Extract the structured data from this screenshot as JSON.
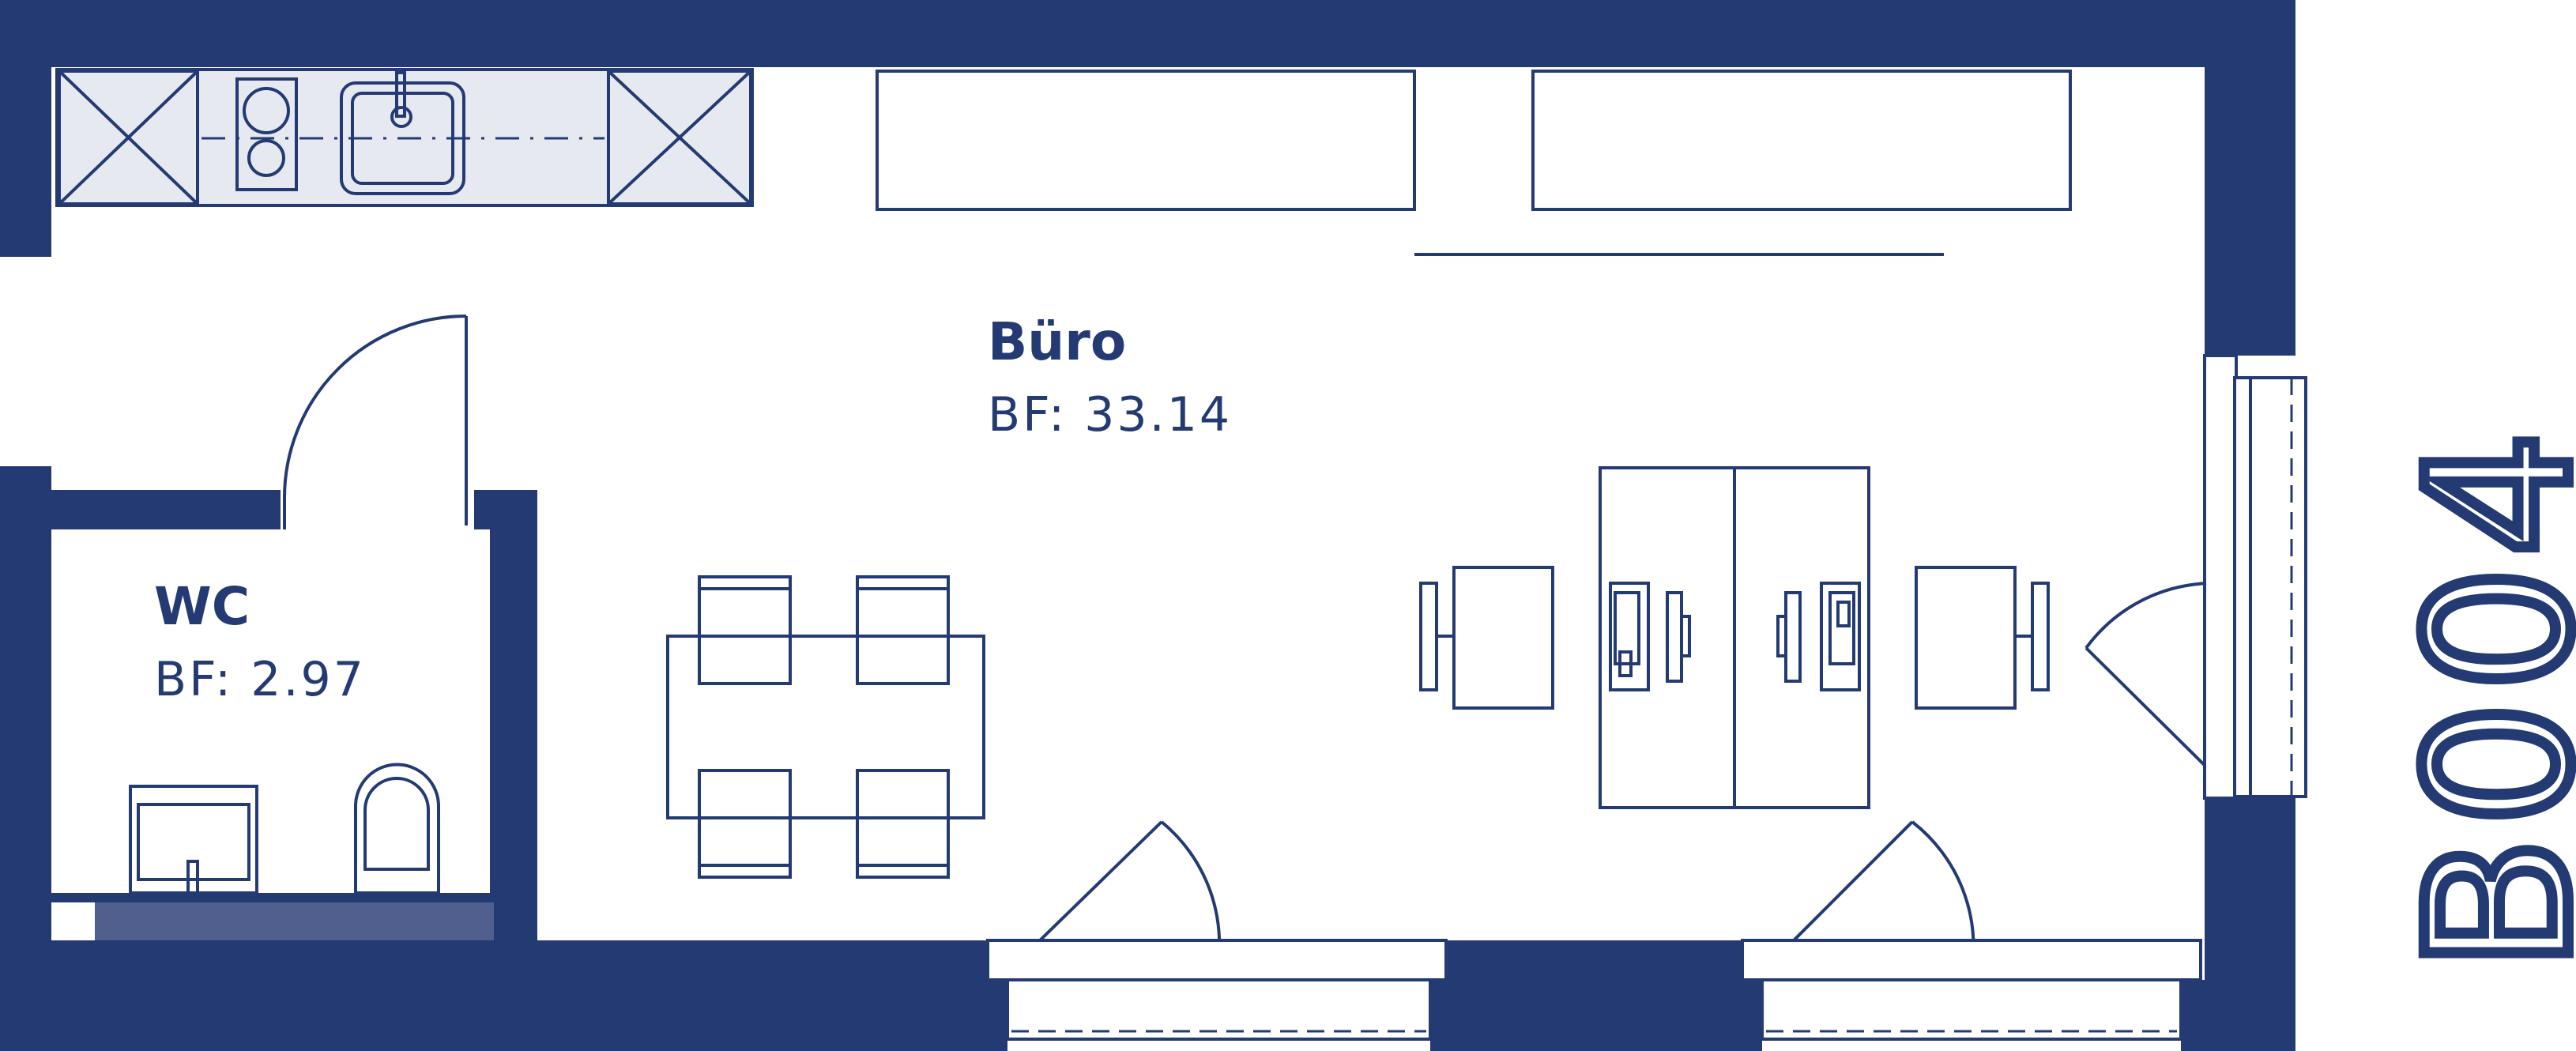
{
  "colors": {
    "wall": "#233a73",
    "line": "#233a73",
    "light": "#e6e9f0",
    "counter": "#505f8d"
  },
  "unit": {
    "label": "B004"
  },
  "rooms": [
    {
      "id": "buero",
      "name": "Büro",
      "area": "BF: 33.14"
    },
    {
      "id": "wc",
      "name": "WC",
      "area": "BF: 2.97"
    }
  ]
}
